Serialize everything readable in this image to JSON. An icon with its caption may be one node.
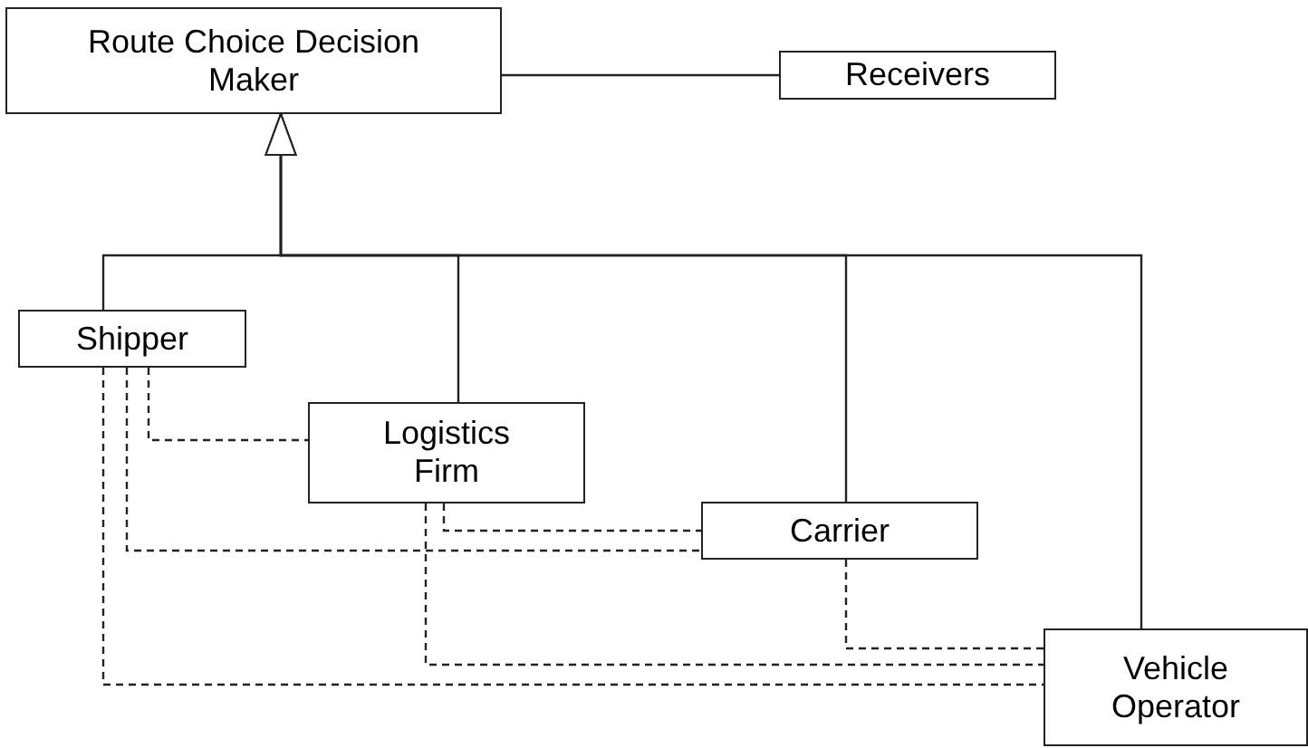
{
  "diagram": {
    "nodes": [
      {
        "text": [
          "Route Choice Decision Maker"
        ]
      },
      {
        "text": [
          "Receivers"
        ]
      },
      {
        "text": [
          "Shipper"
        ]
      },
      {
        "text": [
          "Logistics Firm"
        ]
      },
      {
        "text": [
          "Carrier"
        ]
      },
      {
        "text": [
          "Vehicle Operator"
        ]
      }
    ],
    "edges": [
      {
        "from": 0,
        "to": 1,
        "arrow": "none"
      },
      {
        "from": 2,
        "to": 0,
        "arrow": "to"
      },
      {
        "from": 3,
        "to": 0,
        "arrow": "to"
      },
      {
        "from": 4,
        "to": 0,
        "arrow": "to"
      },
      {
        "from": 5,
        "to": 0,
        "arrow": "to"
      },
      {
        "from": 2,
        "to": 3,
        "arrow": "none",
        "style": "dashed"
      },
      {
        "from": 2,
        "to": 4,
        "arrow": "none",
        "style": "dashed"
      },
      {
        "from": 2,
        "to": 5,
        "arrow": "none",
        "style": "dashed"
      },
      {
        "from": 3,
        "to": 4,
        "arrow": "none",
        "style": "dashed"
      },
      {
        "from": 3,
        "to": 5,
        "arrow": "none",
        "style": "dashed"
      },
      {
        "from": 4,
        "to": 5,
        "arrow": "none",
        "style": "dashed"
      }
    ]
  }
}
